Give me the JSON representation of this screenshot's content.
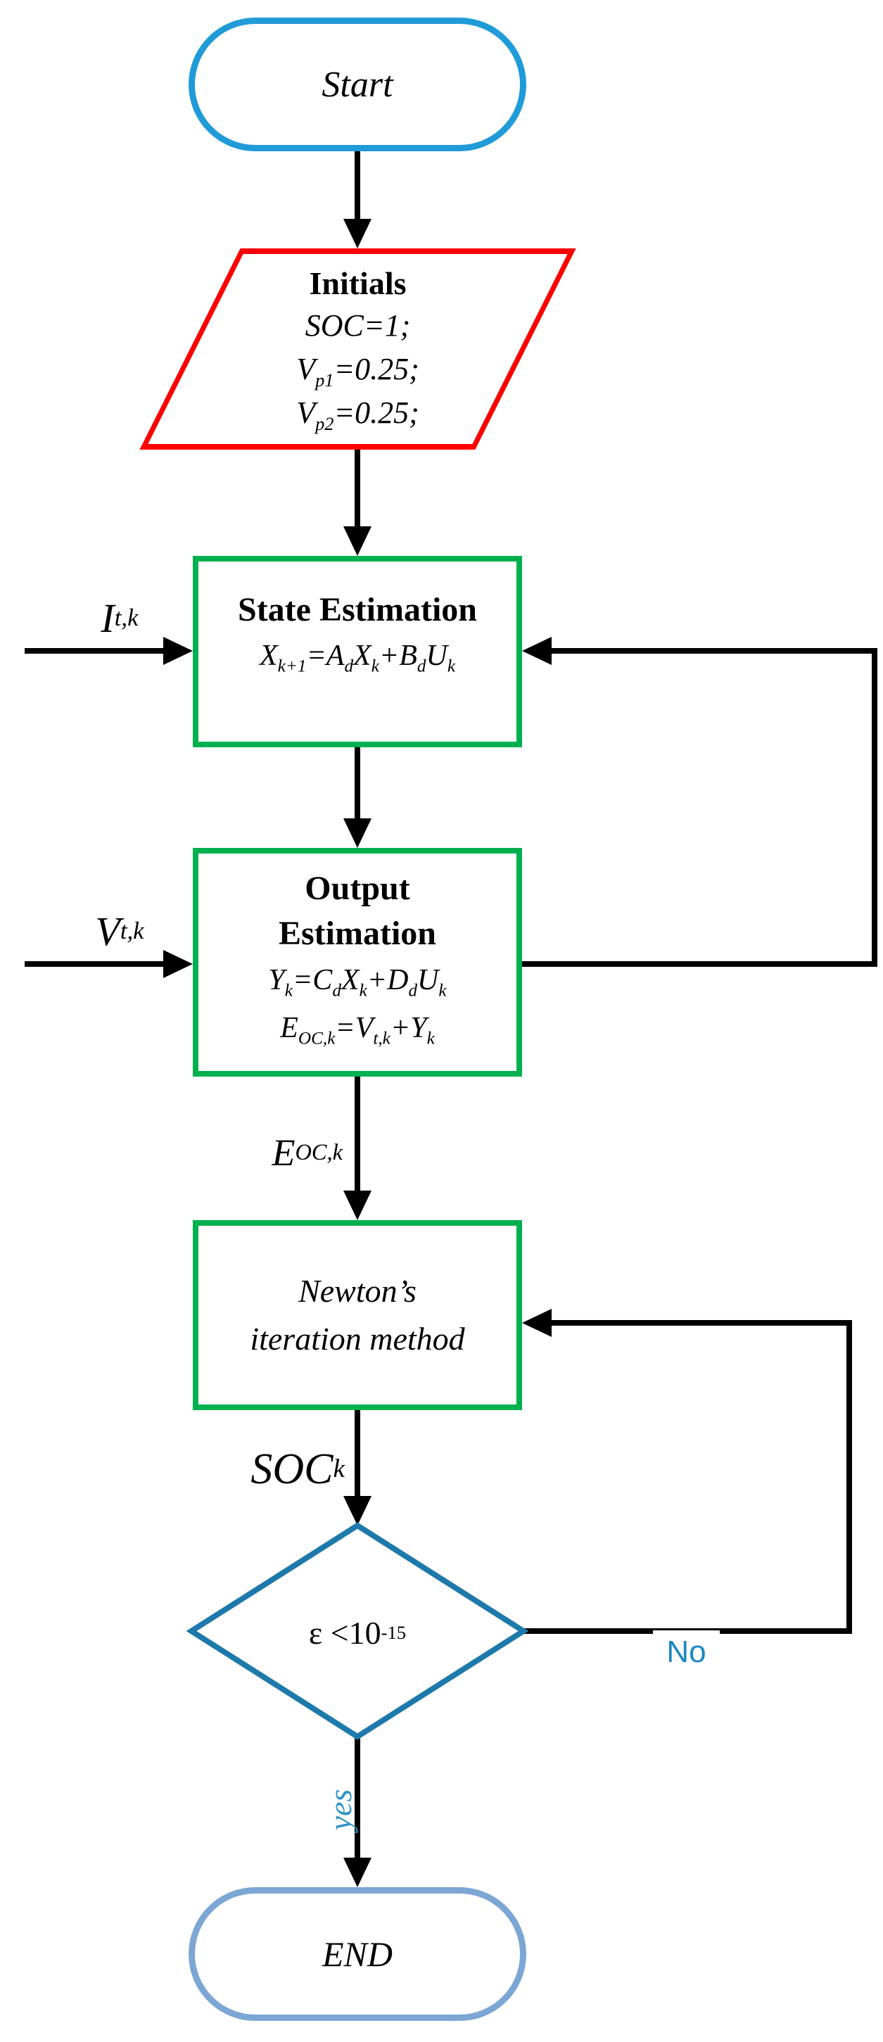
{
  "colors": {
    "line": "#000000",
    "start_border": "#209BD8",
    "end_border": "#7CA6D4",
    "io_border": "#FA0000",
    "process_border": "#00B04F",
    "decision_border": "#1E79AB",
    "no_label": "#1C87C2",
    "yes_label": "#2E93C4",
    "text": "#000000"
  },
  "nodes": {
    "start": {
      "label": "Start"
    },
    "initials": {
      "title": "Initials",
      "lines": [
        "SOC=1;",
        "V_{p1}=0.25;",
        "V_{p2}=0.25;"
      ]
    },
    "state_estimation": {
      "title": "State Estimation",
      "formula": "X_{k+1}=A_{d}X_{k}+B_{d}U_{k}"
    },
    "output_estimation": {
      "title_line1": "Output",
      "title_line2": "Estimation",
      "formula1": "Y_{k}=C_{d}X_{k}+D_{d}U_{k}",
      "formula2": "E_{OC,k}=V_{t,k}+Y_{k}"
    },
    "newton": {
      "line1": "Newton’s",
      "line2": "iteration method"
    },
    "decision": {
      "condition": "ε <10^{-15}"
    },
    "end": {
      "label": "END"
    }
  },
  "labels": {
    "input_current": "I_{t,k}",
    "input_voltage": "V_{t,k}",
    "eoc": "E_{OC,k}",
    "soc": "SOC_{k}",
    "no": "No",
    "yes": "yes"
  }
}
